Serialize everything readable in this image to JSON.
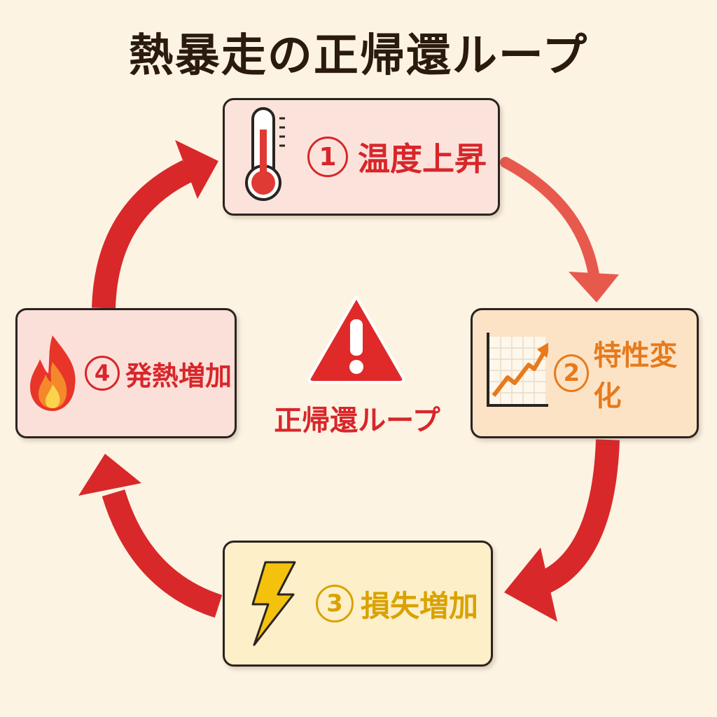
{
  "title": "熱暴走の正帰還ループ",
  "center": {
    "icon": "warning-triangle-icon",
    "label": "正帰還ループ"
  },
  "steps": [
    {
      "number": "1",
      "label": "温度上昇",
      "icon": "thermometer-icon",
      "color": "#d8262a"
    },
    {
      "number": "2",
      "label": "特性変化",
      "icon": "rising-chart-icon",
      "color": "#e67a1c"
    },
    {
      "number": "3",
      "label": "損失増加",
      "icon": "lightning-icon",
      "color": "#d9a200"
    },
    {
      "number": "4",
      "label": "発熱増加",
      "icon": "flame-icon",
      "color": "#d8262a"
    }
  ],
  "colors": {
    "background": "#fcf3e3",
    "arrow": "#d9282a",
    "arrow_light": "#e8594d"
  }
}
